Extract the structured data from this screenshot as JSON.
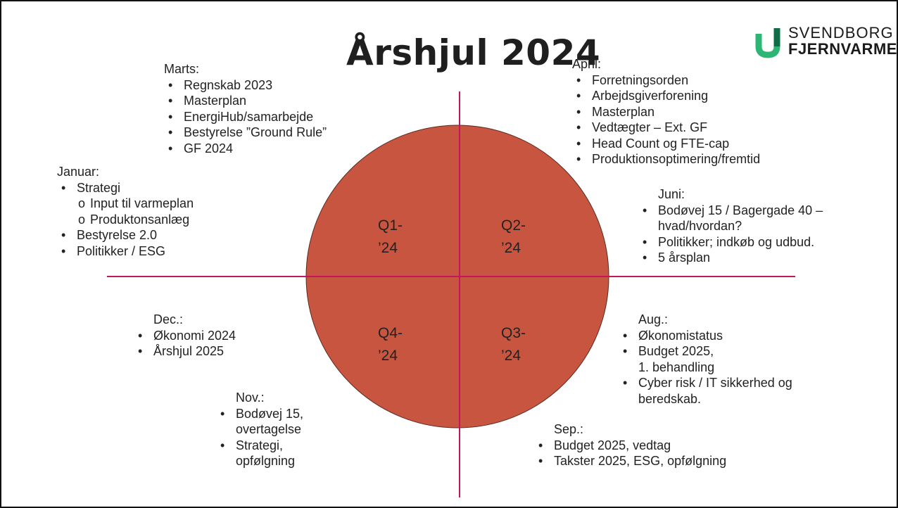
{
  "title": "Årshjul 2024",
  "logo": {
    "line1": "SVENDBORG",
    "line2": "FJERNVARME",
    "colors": {
      "green": "#2bb673",
      "dark_green": "#0f6e47"
    }
  },
  "wheel": {
    "fill_color": "#c8553f",
    "axis_color": "#c2185b",
    "quarters": {
      "q1": [
        "Q1-",
        "’24"
      ],
      "q2": [
        "Q2-",
        "’24"
      ],
      "q3": [
        "Q3-",
        "’24"
      ],
      "q4": [
        "Q4-",
        "’24"
      ]
    }
  },
  "months": {
    "marts": {
      "heading": "Marts:",
      "items": [
        "Regnskab 2023",
        "Masterplan",
        "EnergiHub/samarbejde",
        "Bestyrelse ”Ground Rule”",
        "GF 2024"
      ]
    },
    "april": {
      "heading": "April:",
      "items": [
        "Forretningsorden",
        "Arbejdsgiverforening",
        "Masterplan",
        "Vedtægter – Ext. GF",
        "Head Count og FTE-cap",
        "Produktionsoptimering/fremtid"
      ]
    },
    "januar": {
      "heading": "Januar:",
      "items": [
        "Strategi",
        "Bestyrelse 2.0",
        "Politikker / ESG"
      ],
      "sub_items": [
        "Input til varmeplan",
        "Produktonsanlæg"
      ]
    },
    "juni": {
      "heading": "Juni:",
      "items": [
        "Bodøvej 15 / Bagergade 40 –",
        "Politikker; indkøb og udbud.",
        "5 årsplan"
      ],
      "continuation": "hvad/hvordan?"
    },
    "dec": {
      "heading": "Dec.:",
      "items": [
        "Økonomi 2024",
        "Årshjul 2025"
      ]
    },
    "aug": {
      "heading": "Aug.:",
      "items": [
        "Økonomistatus",
        "Budget 2025,",
        "Cyber risk / IT sikkerhed og"
      ],
      "continuations": [
        "1. behandling",
        "beredskab."
      ]
    },
    "nov": {
      "heading": "Nov.:",
      "items": [
        "Bodøvej 15,",
        "Strategi,"
      ],
      "continuations": [
        "overtagelse",
        "opfølgning"
      ]
    },
    "sep": {
      "heading": "Sep.:",
      "items": [
        "Budget 2025, vedtag",
        "Takster 2025, ESG, opfølgning"
      ]
    }
  }
}
